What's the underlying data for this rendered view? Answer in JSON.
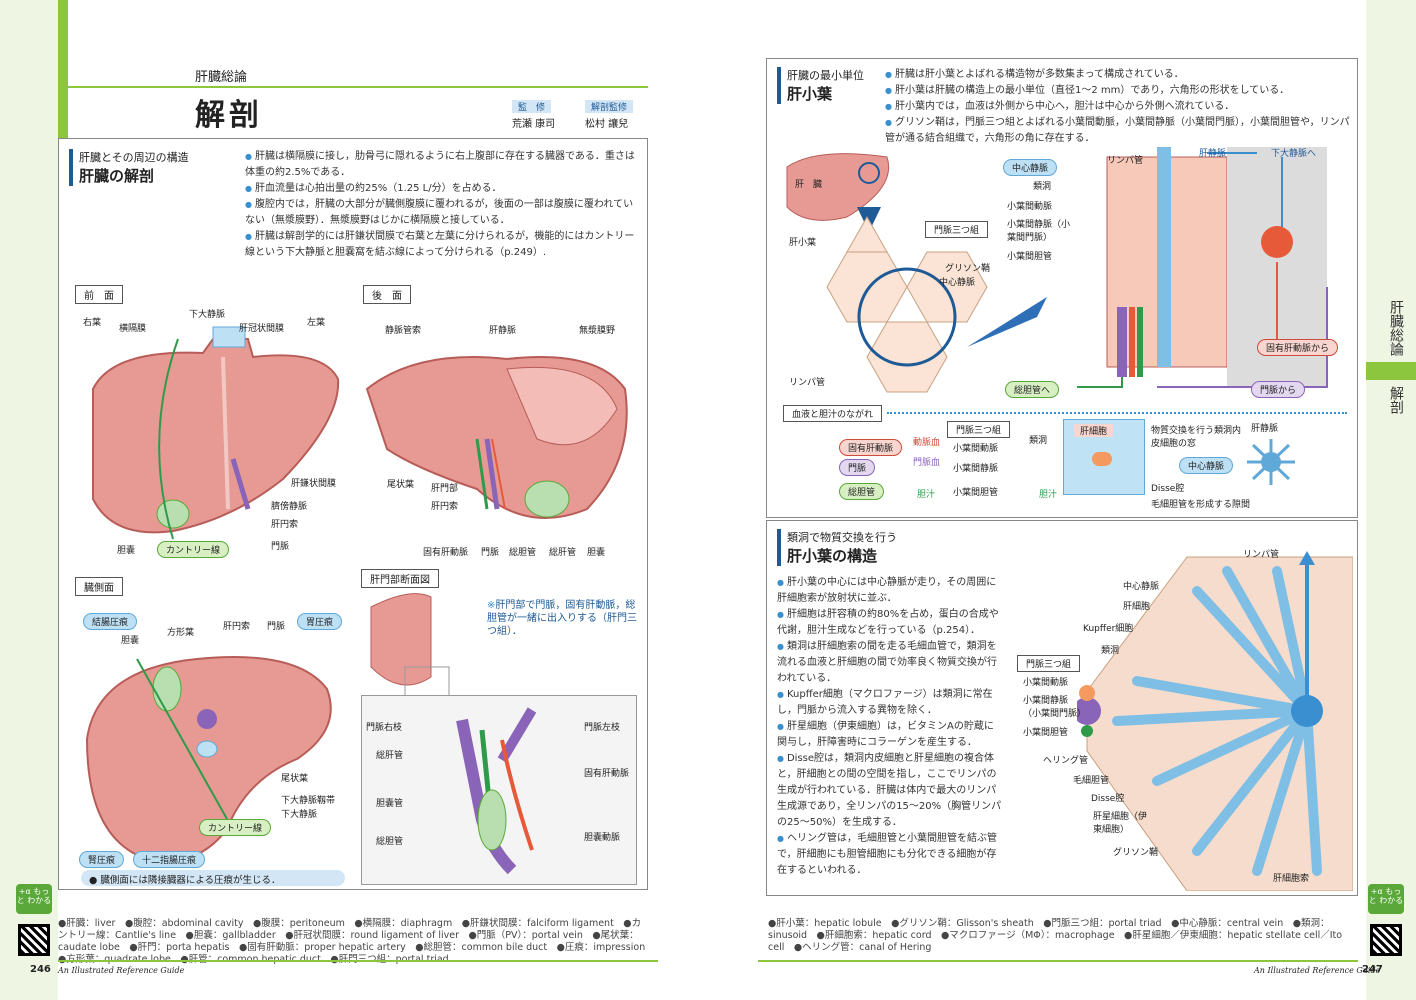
{
  "left": {
    "header_small": "肝臓総論",
    "header_big": "解剖",
    "supervisor_label": "監　修",
    "supervisor_name": "荒瀬 康司",
    "anatomy_label": "解剖監修",
    "anatomy_name": "松村 讓兒",
    "section1": {
      "sub": "肝臓とその周辺の構造",
      "title": "肝臓の解剖",
      "bullets": [
        "肝臓は横隔膜に接し，肋骨弓に隠れるように右上腹部に存在する臓器である．重さは体重の約2.5%である．",
        "肝血流量は心拍出量の約25%（1.25 L/分）を占める．",
        "腹腔内では，肝臓の大部分が臓側腹膜に覆われるが，後面の一部は腹膜に覆われていない（無漿膜野）．無漿膜野はじかに横隔膜と接している．",
        "肝臓は解剖学的には肝鎌状間膜で右葉と左葉に分けられるが，機能的にはカントリー線という下大静脈と胆嚢窩を結ぶ線によって分けられる（p.249）."
      ]
    },
    "front_tag": "前　面",
    "back_tag": "後　面",
    "visceral_tag": "臓側面",
    "hilum_tag": "肝門部断面図",
    "front_labels": [
      "右葉",
      "横隔膜",
      "下大静脈",
      "肝冠状間膜",
      "左葉",
      "肝鎌状間膜",
      "臍傍静脈",
      "肝円索",
      "門脈",
      "胆嚢"
    ],
    "cantlie_front": "カントリー線",
    "back_labels": [
      "静脈管索",
      "肝静脈",
      "無漿膜野",
      "尾状葉",
      "肝門部",
      "肝円索",
      "固有肝動脈",
      "門脈",
      "総胆管",
      "総肝管",
      "胆嚢"
    ],
    "visceral_labels": [
      "胆嚢",
      "方形葉",
      "肝円索",
      "門脈",
      "尾状葉",
      "下大静脈靱帯",
      "下大静脈"
    ],
    "visceral_pills": [
      "結腸圧痕",
      "胃圧痕",
      "腎圧痕",
      "十二指腸圧痕"
    ],
    "cantlie_visceral": "カントリー線",
    "visceral_note": "臓側面には隣接臓器による圧痕が生じる．",
    "hilum_note": "肝門部で門脈，固有肝動脈，総胆管が一緒に出入りする（肝門三つ組）．",
    "hilum_labels": [
      "門脈右枝",
      "門脈左枝",
      "総肝管",
      "固有肝動脈",
      "胆嚢管",
      "総胆管",
      "胆嚢動脈"
    ],
    "footer": "●肝臓：liver　●腹腔：abdominal cavity　●腹膜：peritoneum　●横隔膜：diaphragm　●肝鎌状間膜：falciform ligament　●カントリー線：Cantlie's line　●胆嚢：gallbladder　●肝冠状間膜：round ligament of liver　●門脈（PV）：portal vein　●尾状葉：caudate lobe　●肝門：porta hepatis　●固有肝動脈：proper hepatic artery　●総胆管：common bile duct　●圧痕：impression　●方形葉：quadrate lobe　●肝管：common hepatic duct　●肝門三つ組：portal triad",
    "page_num": "246",
    "guide": "An Illustrated Reference Guide",
    "plus": "+α もっと わかる"
  },
  "right": {
    "section2": {
      "sub": "肝臓の最小単位",
      "title": "肝小葉",
      "bullets": [
        "肝臓は肝小葉とよばれる構造物が多数集まって構成されている．",
        "肝小葉は肝臓の構造上の最小単位（直径1〜2 mm）であり，六角形の形状をしている．",
        "肝小葉内では，血液は外側から中心へ，胆汁は中心から外側へ流れている．",
        "グリソン鞘は，門脈三つ組とよばれる小葉間動脈，小葉間静脈（小葉間門脈），小葉間胆管や，リンパ管が通る結合組織で，六角形の角に存在する．"
      ]
    },
    "lobule_labels": [
      "肝　臓",
      "肝小葉",
      "門脈三つ組",
      "グリソン鞘",
      "中心静脈",
      "リンパ管"
    ],
    "lobule_3d_labels": [
      "中心静脈",
      "類洞",
      "小葉間動脈",
      "小葉間静脈（小葉間門脈）",
      "小葉間胆管",
      "リンパ管"
    ],
    "flow_pills": [
      "肝静脈",
      "下大静脈へ",
      "固有肝動脈から",
      "門脈から",
      "総胆管へ"
    ],
    "flow_title": "血液と胆汁のながれ",
    "flow": {
      "triad": "門脈三つ組",
      "hep_artery": "固有肝動脈",
      "portal": "門脈",
      "cbd": "総胆管",
      "art_blood": "動脈血",
      "portal_blood": "門脈血",
      "bile": "胆汁",
      "bile2": "胆汁",
      "ia": "小葉間動脈",
      "iv": "小葉間静脈",
      "ib": "小葉間胆管",
      "sinus": "類洞",
      "hepatocyte": "肝細胞",
      "window": "物質交換を行う類洞内皮細胞の窓",
      "disse": "Disse腔",
      "canaliculus": "毛細胆管を形成する隙間",
      "central": "中心静脈",
      "hv": "肝静脈"
    },
    "section3": {
      "sub": "類洞で物質交換を行う",
      "title": "肝小葉の構造",
      "bullets": [
        "肝小葉の中心には中心静脈が走り，その周囲に肝細胞索が放射状に並ぶ．",
        "肝細胞は肝容積の約80%を占め，蛋白の合成や代謝，胆汁生成などを行っている（p.254）．",
        "類洞は肝細胞索の間を走る毛細血管で，類洞を流れる血液と肝細胞の間で効率良く物質交換が行われている．",
        "Kupffer細胞（マクロファージ）は類洞に常在し，門脈から流入する異物を除く．",
        "肝星細胞（伊東細胞）は，ビタミンAの貯蔵に関与し，肝障害時にコラーゲンを産生する．",
        "Disse腔は，類洞内皮細胞と肝星細胞の複合体と，肝細胞との間の空間を指し，ここでリンパの生成が行われている．肝臓は体内で最大のリンパ生成源であり，全リンパの15〜20%（胸管リンパの25〜50%）を生成する．",
        "ヘリング管は，毛細胆管と小葉間胆管を結ぶ管で，肝細胞にも胆管細胞にも分化できる細胞が存在するといわれる．"
      ]
    },
    "structure_labels": [
      "リンパ管",
      "中心静脈",
      "肝細胞",
      "Kupffer細胞",
      "類洞",
      "門脈三つ組",
      "小葉間動脈",
      "小葉間静脈（小葉間門脈）",
      "小葉間胆管",
      "ヘリング管",
      "毛細胆管",
      "Disse腔",
      "肝星細胞（伊東細胞）",
      "グリソン鞘",
      "肝細胞索"
    ],
    "footer": "●肝小葉：hepatic lobule　●グリソン鞘：Glisson's sheath　●門脈三つ組：portal triad　●中心静脈：central vein　●類洞：sinusoid　●肝細胞索：hepatic cord　●マクロファージ（MΦ）：macrophage　●肝星細胞／伊東細胞：hepatic stellate cell／Ito cell　●ヘリング管：canal of Hering",
    "page_num": "247",
    "guide": "An Illustrated Reference Guide",
    "side_tab1": "肝臓総論",
    "side_tab2": "解剖",
    "plus": "+α もっと わかる"
  }
}
